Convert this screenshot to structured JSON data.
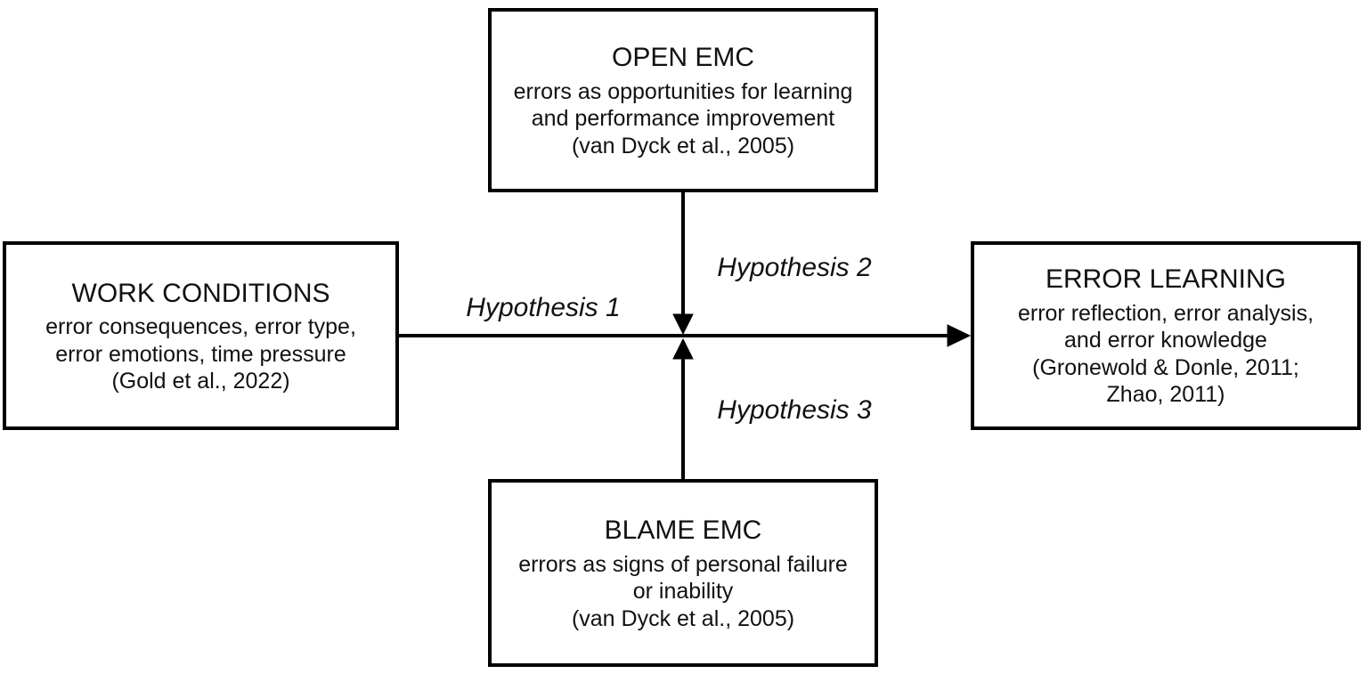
{
  "figure": {
    "type": "path-model-diagram",
    "background_color": "#ffffff",
    "line_color": "#000000",
    "text_color": "#111111"
  },
  "boxes": {
    "open_emc": {
      "title": "OPEN EMC",
      "lines": [
        "errors as opportunities for learning",
        "and performance improvement",
        "(van Dyck et al., 2005)"
      ]
    },
    "work_conditions": {
      "title": "WORK CONDITIONS",
      "lines": [
        "error consequences, error type,",
        "error emotions, time pressure",
        "(Gold et al., 2022)"
      ]
    },
    "error_learning": {
      "title": "ERROR LEARNING",
      "lines": [
        "error reflection, error analysis,",
        "and error knowledge",
        "(Gronewold & Donle, 2011;",
        "Zhao, 2011)"
      ]
    },
    "blame_emc": {
      "title": "BLAME EMC",
      "lines": [
        "errors as signs of personal failure",
        "or inability",
        "(van Dyck et al., 2005)"
      ]
    }
  },
  "arrow_labels": {
    "hypothesis_1": "Hypothesis 1",
    "hypothesis_2": "Hypothesis 2",
    "hypothesis_3": "Hypothesis 3"
  },
  "arrows": [
    {
      "from": "WORK CONDITIONS",
      "to": "ERROR LEARNING",
      "direction": "right",
      "label": "Hypothesis 1"
    },
    {
      "from": "OPEN EMC",
      "to": "Hypothesis 1 path",
      "direction": "down",
      "label": "Hypothesis 2"
    },
    {
      "from": "BLAME EMC",
      "to": "Hypothesis 1 path",
      "direction": "up",
      "label": "Hypothesis 3"
    }
  ]
}
